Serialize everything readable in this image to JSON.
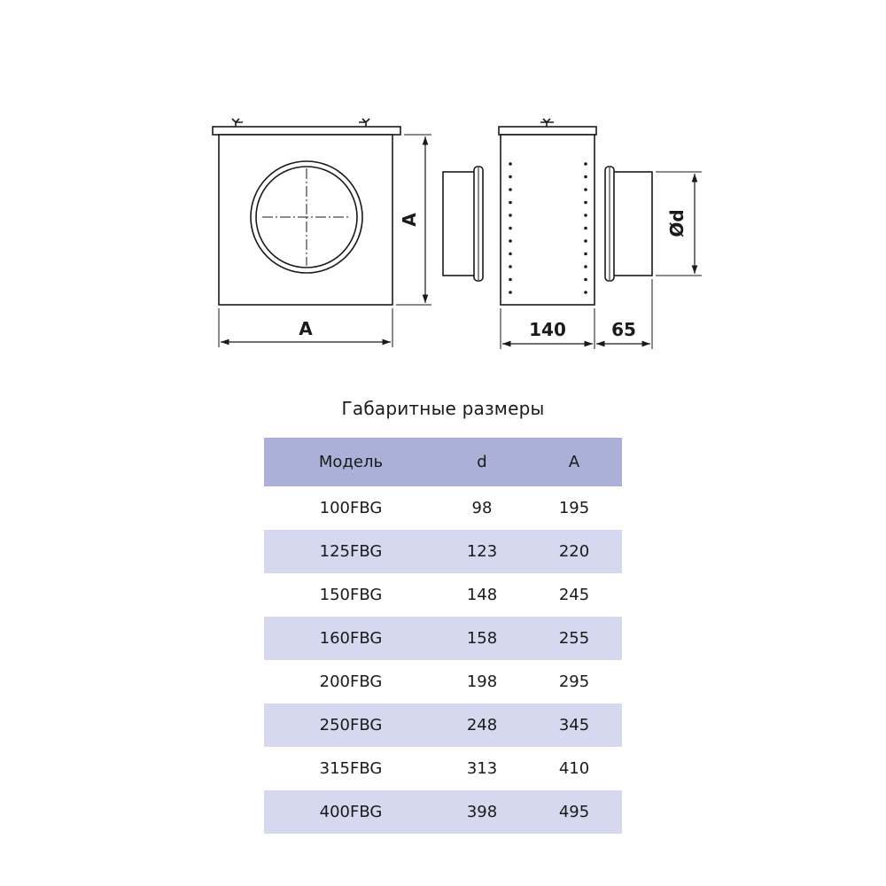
{
  "drawing": {
    "front_view_width_label": "A",
    "front_view_height_label": "A",
    "side_view_body_length_label": "140",
    "side_view_spigot_length_label": "65",
    "side_view_diameter_label": "Ød"
  },
  "table": {
    "title": "Габаритные размеры",
    "headers": {
      "model": "Модель",
      "d": "d",
      "a": "A"
    },
    "rows": [
      {
        "model": "100FBG",
        "d": "98",
        "a": "195"
      },
      {
        "model": "125FBG",
        "d": "123",
        "a": "220"
      },
      {
        "model": "150FBG",
        "d": "148",
        "a": "245"
      },
      {
        "model": "160FBG",
        "d": "158",
        "a": "255"
      },
      {
        "model": "200FBG",
        "d": "198",
        "a": "295"
      },
      {
        "model": "250FBG",
        "d": "248",
        "a": "345"
      },
      {
        "model": "315FBG",
        "d": "313",
        "a": "410"
      },
      {
        "model": "400FBG",
        "d": "398",
        "a": "495"
      }
    ]
  },
  "colors": {
    "header_bg": "#aab0d8",
    "stripe_bg": "#d5d8ee",
    "line": "#1a1a1a"
  }
}
